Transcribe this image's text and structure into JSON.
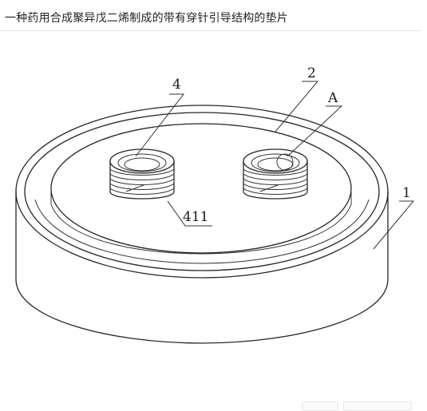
{
  "page": {
    "title": "一种药用合成聚异戊二烯制成的带有穿针引导结构的垫片"
  },
  "diagram": {
    "labels": {
      "body": "1",
      "inner_disc": "2",
      "guide_ring": "4",
      "coil_detail": "411",
      "detail_marker": "A"
    }
  }
}
